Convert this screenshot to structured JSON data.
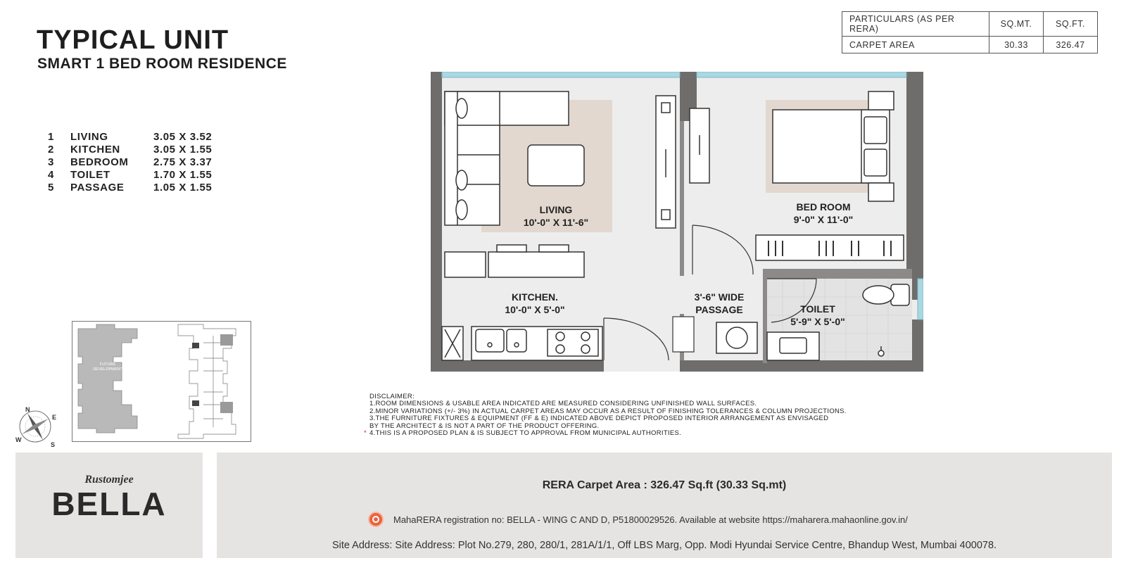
{
  "header": {
    "title": "TYPICAL UNIT",
    "subtitle": "SMART 1 BED ROOM RESIDENCE"
  },
  "rera_table": {
    "headers": [
      "PARTICULARS (AS PER RERA)",
      "SQ.MT.",
      "SQ.FT."
    ],
    "rows": [
      [
        "CARPET AREA",
        "30.33",
        "326.47"
      ]
    ]
  },
  "rooms": [
    {
      "no": "1",
      "name": "LIVING",
      "size": "3.05 X 3.52"
    },
    {
      "no": "2",
      "name": "KITCHEN",
      "size": "3.05 X 1.55"
    },
    {
      "no": "3",
      "name": "BEDROOM",
      "size": "2.75 X 3.37"
    },
    {
      "no": "4",
      "name": "TOILET",
      "size": "1.70 X 1.55"
    },
    {
      "no": "5",
      "name": "PASSAGE",
      "size": "1.05 X 1.55"
    }
  ],
  "plan_labels": {
    "living_name": "LIVING",
    "living_dim": "10'-0\" X 11'-6\"",
    "bedroom_name": "BED ROOM",
    "bedroom_dim": "9'-0\" X 11'-0\"",
    "kitchen_name": "KITCHEN.",
    "kitchen_dim": "10'-0\" X 5'-0\"",
    "passage_name": "3'-6\" WIDE",
    "passage_dim": "PASSAGE",
    "toilet_name": "TOILET",
    "toilet_dim": "5'-9\" X 5'-0\""
  },
  "keyplan": {
    "future_label_1": "FUTURE",
    "future_label_2": "DEVELOPMENT"
  },
  "compass": {
    "n": "N",
    "e": "E",
    "s": "S",
    "w": "W"
  },
  "disclaimer": {
    "heading": "DISCLAIMER:",
    "lines": [
      "1.ROOM DIMENSIONS & USABLE AREA INDICATED ARE MEASURED CONSIDERING UNFINISHED WALL SURFACES.",
      "2.MINOR VARIATIONS (+/- 3%) IN ACTUAL CARPET AREAS MAY OCCUR AS A RESULT OF FINISHING TOLERANCES & COLUMN PROJECTIONS.",
      "3.THE FURNITURE FIXTURES & EQUIPMENT (FF & E) INDICATED ABOVE DEPICT PROPOSED INTERIOR ARRANGEMENT AS ENVISAGED",
      "BY THE ARCHITECT & IS NOT A PART OF THE PRODUCT OFFERING.",
      "4.THIS IS A PROPOSED PLAN & IS SUBJECT TO APPROVAL FROM MUNICIPAL AUTHORITIES."
    ],
    "star": "*"
  },
  "footer": {
    "brand_small": "Rustomjee",
    "brand_big": "BELLA",
    "rera_carpet": "RERA Carpet Area : 326.47 Sq.ft (30.33 Sq.mt)",
    "maharera": "MahaRERA registration no: BELLA - WING C AND D, P51800029526. Available at website https://maharera.mahaonline.gov.in/",
    "site_address": "Site Address: Site Address: Plot No.279, 280, 280/1, 281A/1/1, Off LBS Marg, Opp. Modi Hyundai Service Centre, Bhandup West, Mumbai 400078."
  },
  "colors": {
    "wall": "#6f6d6b",
    "floor": "#ededed",
    "rug": "#e2d8cf",
    "glass": "#a9d8e2",
    "footer_bg": "#e6e4e2",
    "maharera_icon": "#e8643c"
  }
}
